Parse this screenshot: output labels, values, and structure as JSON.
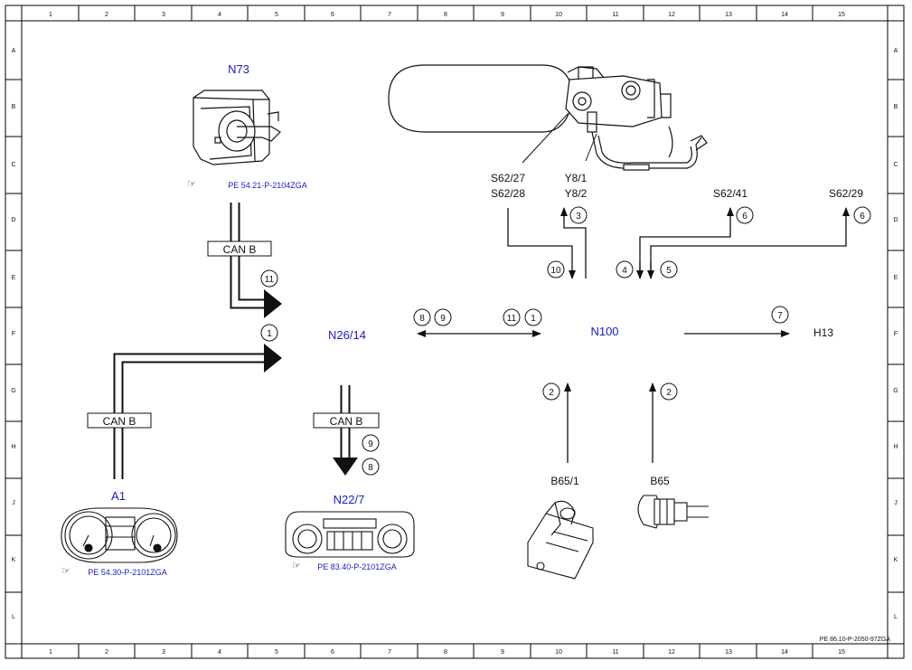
{
  "frame": {
    "cols": [
      "1",
      "2",
      "3",
      "4",
      "5",
      "6",
      "7",
      "8",
      "9",
      "10",
      "11",
      "12",
      "13",
      "14",
      "15"
    ],
    "rows": [
      "A",
      "B",
      "C",
      "D",
      "E",
      "F",
      "G",
      "H",
      "J",
      "K",
      "L"
    ],
    "doc_ref": "PE 86.10-P-2050-97ZGA"
  },
  "components": {
    "n73": "N73",
    "n26_14": "N26/14",
    "n100": "N100",
    "a1": "A1",
    "n22_7": "N22/7",
    "b65_1": "B65/1",
    "b65": "B65",
    "h13": "H13",
    "s62_27": "S62/27",
    "s62_28": "S62/28",
    "y8_1": "Y8/1",
    "y8_2": "Y8/2",
    "s62_41": "S62/41",
    "s62_29": "S62/29"
  },
  "refs": {
    "n73": "PE 54.21-P-2104ZGA",
    "a1": "PE 54.30-P-2101ZGA",
    "n22_7": "PE 83.40-P-2101ZGA"
  },
  "bus": {
    "can_b": "CAN B"
  },
  "markers": {
    "m11_n73": "11",
    "m1_a1": "1",
    "m9_n22": "9",
    "m8_n22": "8",
    "m8_left": "8",
    "m9_left": "9",
    "m11_right": "11",
    "m1_right": "1",
    "m10": "10",
    "m3": "3",
    "m4": "4",
    "m5": "5",
    "m6_s41": "6",
    "m6_s29": "6",
    "m7": "7",
    "m2_b651": "2",
    "m2_b65": "2"
  }
}
